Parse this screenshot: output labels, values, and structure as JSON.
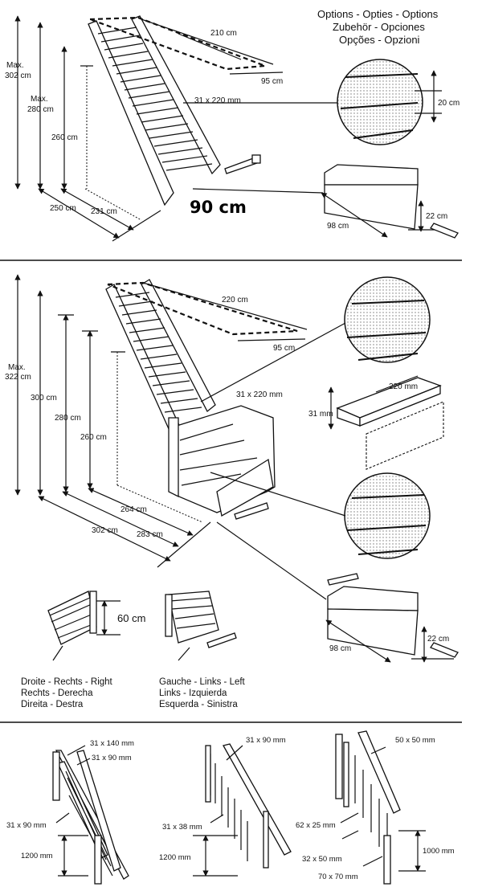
{
  "options_heading": {
    "line1": "Options - Opties - Options",
    "line2": "Zubehör - Opciones",
    "line3": "Opções - Opzioni"
  },
  "section1": {
    "max302": "Max.",
    "max302_val": "302 cm",
    "max280": "Max.",
    "max280_val": "280 cm",
    "h260": "260 cm",
    "d250": "250 cm",
    "d231": "231 cm",
    "w210": "210 cm",
    "w95": "95 cm",
    "step": "31 x 220 mm",
    "width90": "90 cm",
    "riser20": "20 cm",
    "tread98": "98 cm",
    "tread22": "22 cm"
  },
  "section2": {
    "max322": "Max.",
    "max322_val": "322 cm",
    "h300": "300 cm",
    "h280": "280 cm",
    "h260": "260 cm",
    "w220": "220 cm",
    "w95": "95 cm",
    "step": "31 x 220 mm",
    "board220": "220 mm",
    "board31": "31 mm",
    "d264": "264 cm",
    "d283": "283 cm",
    "d302": "302 cm",
    "h60": "60 cm",
    "tread98": "98 cm",
    "tread22": "22 cm",
    "right": [
      "Droite - Rechts - Right",
      "Rechts - Derecha",
      "Direita - Destra"
    ],
    "left": [
      "Gauche - Links - Left",
      "Links - Izquierda",
      "Esquerda - Sinistra"
    ]
  },
  "section3": {
    "r1_a": "31 x 140 mm",
    "r1_b": "31 x 90 mm",
    "r1_c": "31 x 90 mm",
    "r1_h": "1200 mm",
    "r2_a": "31 x 90 mm",
    "r2_b": "31 x 38 mm",
    "r2_h": "1200 mm",
    "r3_a": "50 x 50 mm",
    "r3_b": "62 x 25 mm",
    "r3_c": "32 x 50 mm",
    "r3_d": "70 x 70 mm",
    "r3_h": "1000 mm"
  }
}
